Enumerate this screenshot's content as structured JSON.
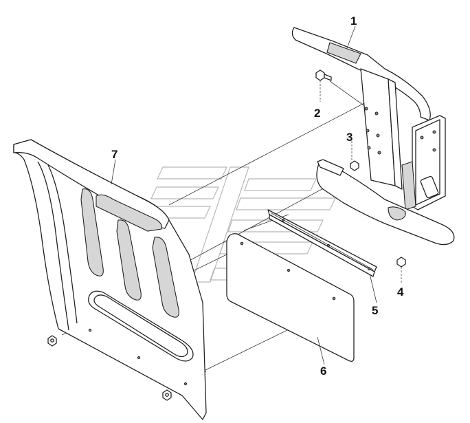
{
  "callouts": [
    {
      "id": "1",
      "label": "1"
    },
    {
      "id": "2",
      "label": "2"
    },
    {
      "id": "3",
      "label": "3"
    },
    {
      "id": "4",
      "label": "4"
    },
    {
      "id": "5",
      "label": "5"
    },
    {
      "id": "6",
      "label": "6"
    },
    {
      "id": "7",
      "label": "7"
    }
  ],
  "colors": {
    "line": "#222222",
    "shade": "#d6d6d6",
    "watermark": "#b8b8b8"
  }
}
